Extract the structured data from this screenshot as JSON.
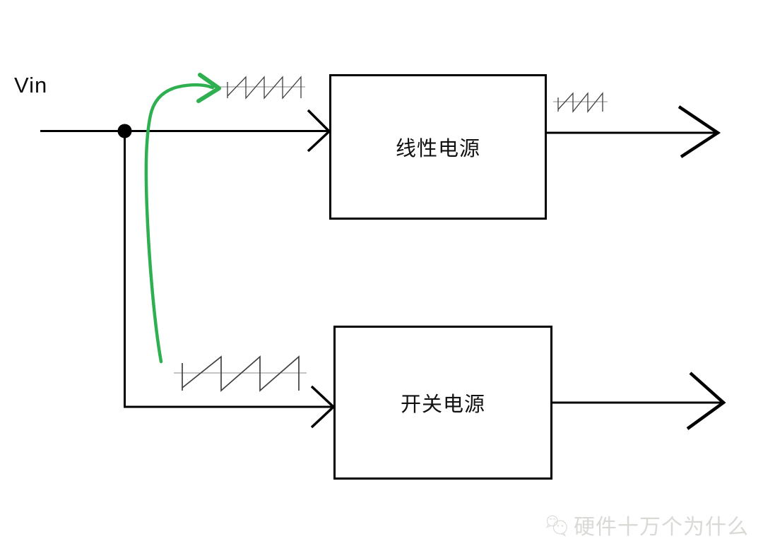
{
  "diagram": {
    "input_label": "Vin",
    "nodes": [
      {
        "id": "linear-power",
        "label": "线性电源"
      },
      {
        "id": "switching-power",
        "label": "开关电源"
      }
    ],
    "icons": [
      {
        "name": "junction-dot"
      },
      {
        "name": "sawtooth-waveform-input-annotation"
      },
      {
        "name": "sawtooth-waveform-linear-output"
      },
      {
        "name": "sawtooth-waveform-switching-input"
      },
      {
        "name": "green-curved-arrow"
      },
      {
        "name": "arrowhead-into-linear"
      },
      {
        "name": "arrowhead-into-switching"
      },
      {
        "name": "arrowhead-linear-output"
      },
      {
        "name": "arrowhead-switching-output"
      },
      {
        "name": "chat-bubbles-logo"
      }
    ],
    "colors": {
      "line": "#000000",
      "green": "#2fb050",
      "waveform": "#3f3f3f",
      "watermark": "#d9d9d6"
    }
  },
  "watermark": {
    "text": "硬件十万个为什么"
  }
}
